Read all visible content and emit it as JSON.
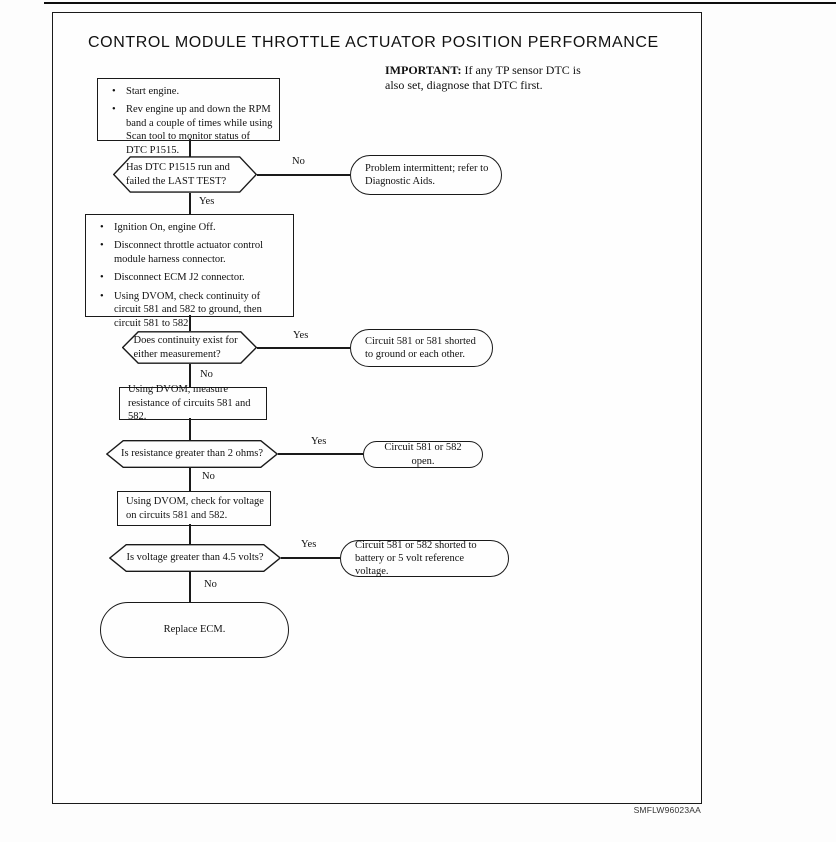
{
  "page": {
    "title": "CONTROL MODULE THROTTLE ACTUATOR POSITION PERFORMANCE",
    "important_label": "IMPORTANT:",
    "important_text": " If any TP sensor DTC is also set, diagnose that DTC first.",
    "footer_code": "SMFLW96023AA"
  },
  "colors": {
    "ink": "#1a1a1a",
    "paper": "#fefefe"
  },
  "flowchart": {
    "bullet_glyph": "•",
    "step1": {
      "bullets": [
        "Start engine.",
        "Rev engine up and down the RPM band a couple of times while using Scan tool to monitor status of DTC P1515."
      ]
    },
    "decision1": {
      "question": "Has DTC P1515 run and failed the LAST TEST?",
      "no_label": "No",
      "yes_label": "Yes",
      "no_result": "Problem intermittent; refer to Diagnostic Aids."
    },
    "step2": {
      "bullets": [
        "Ignition On, engine Off.",
        "Disconnect throttle actuator control module harness connector.",
        "Disconnect ECM J2 connector.",
        "Using DVOM, check continuity of circuit 581 and 582 to ground, then circuit 581 to 582."
      ]
    },
    "decision2": {
      "question": "Does continuity exist for either measurement?",
      "yes_label": "Yes",
      "no_label": "No",
      "yes_result": "Circuit 581 or 581 shorted to ground or each other."
    },
    "step3": {
      "text": "Using DVOM, measure resistance of circuits 581 and 582."
    },
    "decision3": {
      "question": "Is resistance greater than 2 ohms?",
      "yes_label": "Yes",
      "no_label": "No",
      "yes_result": "Circuit 581 or 582 open."
    },
    "step4": {
      "text": "Using DVOM, check for voltage on circuits 581 and 582."
    },
    "decision4": {
      "question": "Is voltage greater than 4.5 volts?",
      "yes_label": "Yes",
      "no_label": "No",
      "yes_result": "Circuit 581 or 582 shorted to battery or 5 volt reference voltage."
    },
    "final": {
      "text": "Replace ECM."
    }
  }
}
